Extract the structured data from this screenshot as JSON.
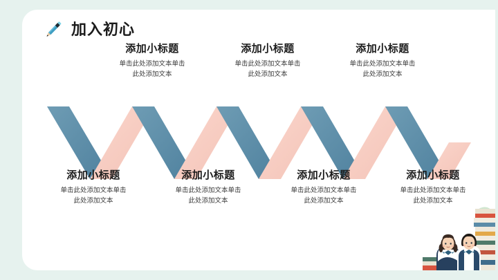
{
  "slide": {
    "title": "加入初心",
    "background_color": "#e6f2ee",
    "card_color": "#ffffff",
    "pencil_icon": "pencil-icon"
  },
  "palette": {
    "pink": "#f8cfc5",
    "blue": "#5b8ca8",
    "heading": "#1c1c1c",
    "body": "#3c3c3c",
    "mint": "#e6f2ee"
  },
  "top_nodes": [
    {
      "heading": "添加小标题",
      "line1": "单击此处添加文本单击",
      "line2": "此处添加文本"
    },
    {
      "heading": "添加小标题",
      "line1": "单击此处添加文本单击",
      "line2": "此处添加文本"
    },
    {
      "heading": "添加小标题",
      "line1": "单击此处添加文本单击",
      "line2": "此处添加文本"
    }
  ],
  "bottom_nodes": [
    {
      "heading": "添加小标题",
      "line1": "单击此处添加文本单击",
      "line2": "此处添加文本"
    },
    {
      "heading": "添加小标题",
      "line1": "单击此处添加文本单击",
      "line2": "此处添加文本"
    },
    {
      "heading": "添加小标题",
      "line1": "单击此处添加文本单击",
      "line2": "此处添加文本"
    },
    {
      "heading": "添加小标题",
      "line1": "单击此处添加文本单击",
      "line2": "此处添加文本"
    }
  ],
  "illustration": {
    "name": "two-students-with-books",
    "girl_label": "girl-student",
    "boy_label": "boy-student",
    "books_label": "book-stack"
  }
}
